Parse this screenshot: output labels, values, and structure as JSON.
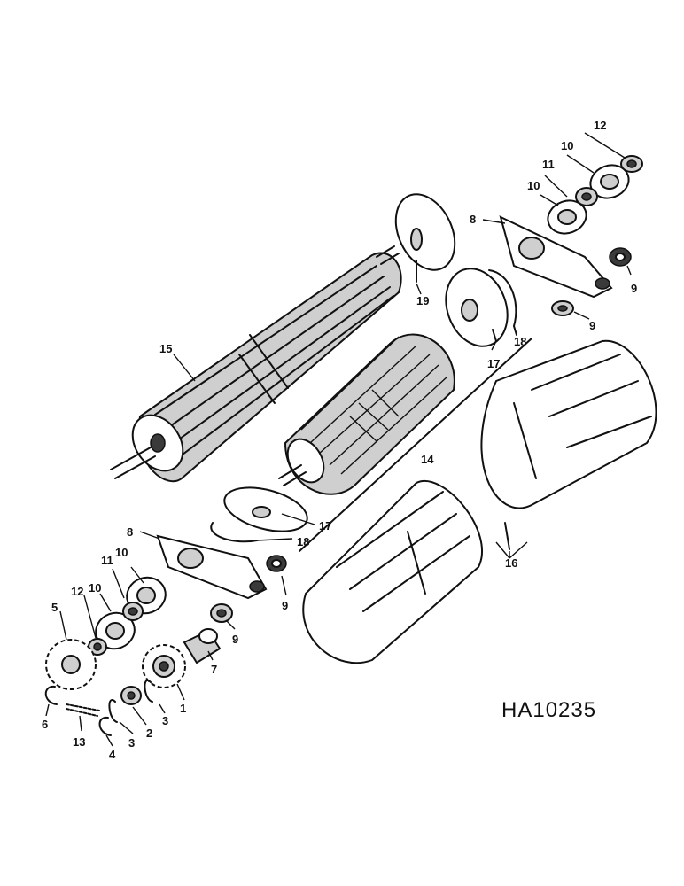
{
  "diagram_code": "HA10235",
  "labels": {
    "l1": "1",
    "l2": "2",
    "l3a": "3",
    "l3b": "3",
    "l4": "4",
    "l5": "5",
    "l6": "6",
    "l7": "7",
    "l8a": "8",
    "l8b": "8",
    "l9a": "9",
    "l9b": "9",
    "l9c": "9",
    "l9d": "9",
    "l10a": "10",
    "l10b": "10",
    "l10c": "10",
    "l10d": "10",
    "l11a": "11",
    "l11b": "11",
    "l12a": "12",
    "l12b": "12",
    "l13": "13",
    "l14": "14",
    "l15": "15",
    "l16": "16",
    "l17a": "17",
    "l17b": "17",
    "l18a": "18",
    "l18b": "18",
    "l19": "19"
  }
}
